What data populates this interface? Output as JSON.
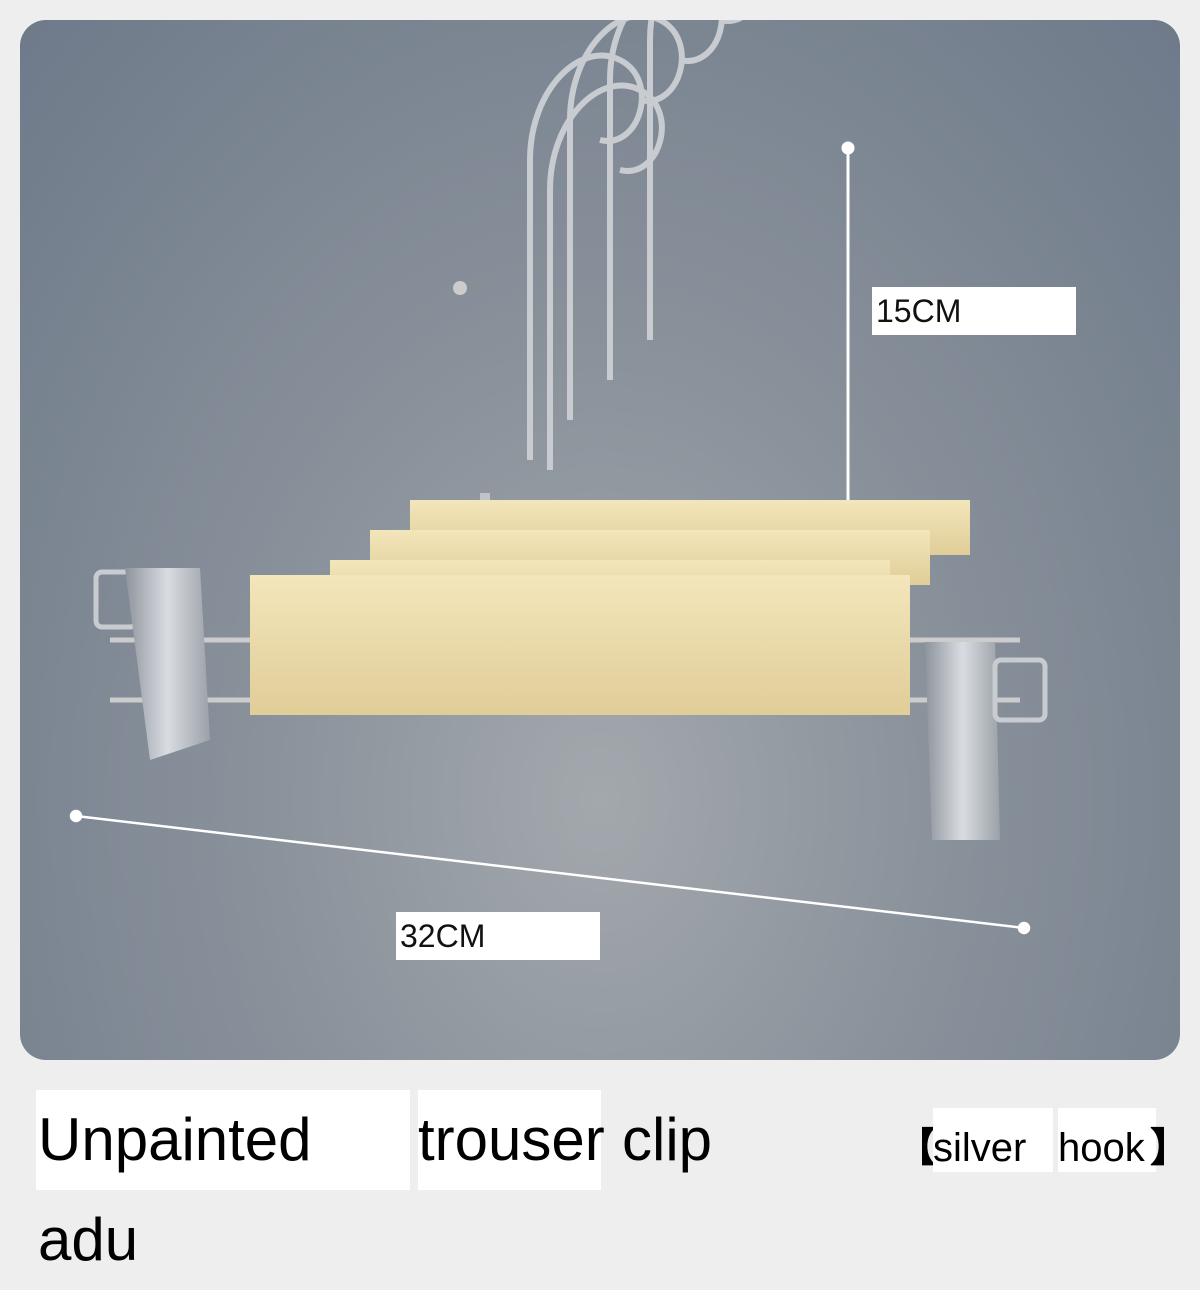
{
  "dimensions": {
    "height_label": "15CM",
    "width_label": "32CM"
  },
  "caption": {
    "part1": "Unpainted adu",
    "part2": "trouser",
    "part3": "clip"
  },
  "tag": {
    "open": "【",
    "part1": "silver",
    "part2": "hook",
    "close": "】"
  },
  "colors": {
    "background": "#eeeeee",
    "photo": "#7b8593",
    "wood": "#ecdcaa",
    "metal": "#b8bcc2"
  }
}
